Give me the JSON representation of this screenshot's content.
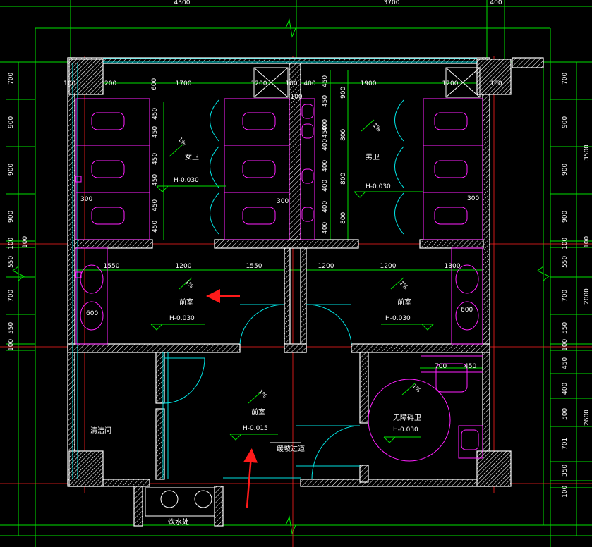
{
  "top_dims": [
    "4300",
    "3700",
    "400"
  ],
  "dims_inner_top_left": [
    "100",
    "200",
    "600",
    "1700",
    "1200"
  ],
  "dims_inner_top_right": [
    "100",
    "400",
    "100",
    "450",
    "1900",
    "1200",
    "100"
  ],
  "mid_dims": [
    "1550",
    "1200",
    "1550",
    "1200",
    "1200",
    "1300"
  ],
  "left_dims": [
    "700",
    "900",
    "900",
    "900",
    "100",
    "550",
    "700",
    "550",
    "100"
  ],
  "left_sub": "100",
  "right_dims": [
    "700",
    "900",
    "900",
    "900",
    "100",
    "550",
    "700",
    "550",
    "100",
    "450",
    "400",
    "500",
    "701",
    "350",
    "100"
  ],
  "right_totals": [
    "3500",
    "2000",
    "2600"
  ],
  "right_sub": "100",
  "partition_dims_left": [
    "450",
    "450",
    "450",
    "450",
    "450",
    "450"
  ],
  "partition_dims_right": [
    "450",
    "450",
    "400",
    "400",
    "400",
    "400",
    "400",
    "400"
  ],
  "urinal_gaps": [
    "900",
    "800",
    "800",
    "800"
  ],
  "misc_dims": {
    "stall_300_left": "300",
    "stall_300_mid": "300",
    "stall_300_right": "300",
    "basin_600_left": "600",
    "basin_600_right": "600",
    "acc_700": "700",
    "acc_450": "450"
  },
  "rooms": {
    "female": "女卫",
    "male": "男卫",
    "vest_left": "前室",
    "vest_right": "前室",
    "vest_main": "前室",
    "cleaning": "清洁间",
    "accessible": "无障碍卫",
    "ramp": "缓坡过道",
    "water": "饮水处"
  },
  "elevations": {
    "female": "H-0.030",
    "male": "H-0.030",
    "vest_left": "H-0.030",
    "vest_right": "H-0.030",
    "vest_main": "H-0.015",
    "accessible": "H-0.030"
  },
  "slope": "1%",
  "colors": {
    "background": "#000000",
    "grid": "#00e000",
    "axis": "#ff2020",
    "fixtures": "#ff20ff",
    "doors": "#00e0e0",
    "walls": "#ffffff",
    "arrow": "#ff1a1a"
  }
}
